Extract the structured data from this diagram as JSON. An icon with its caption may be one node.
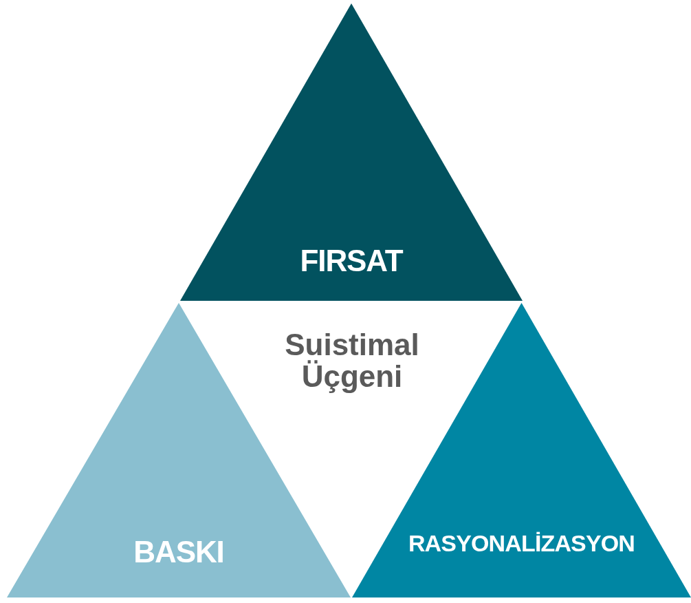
{
  "diagram": {
    "nodes": [
      {
        "text": [
          "FIRSAT"
        ]
      },
      {
        "text": [
          "BASKI"
        ]
      },
      {
        "text": [
          "RASYONALİZASYON"
        ]
      }
    ],
    "labels": [
      "Suistimal Üçgeni"
    ]
  }
}
